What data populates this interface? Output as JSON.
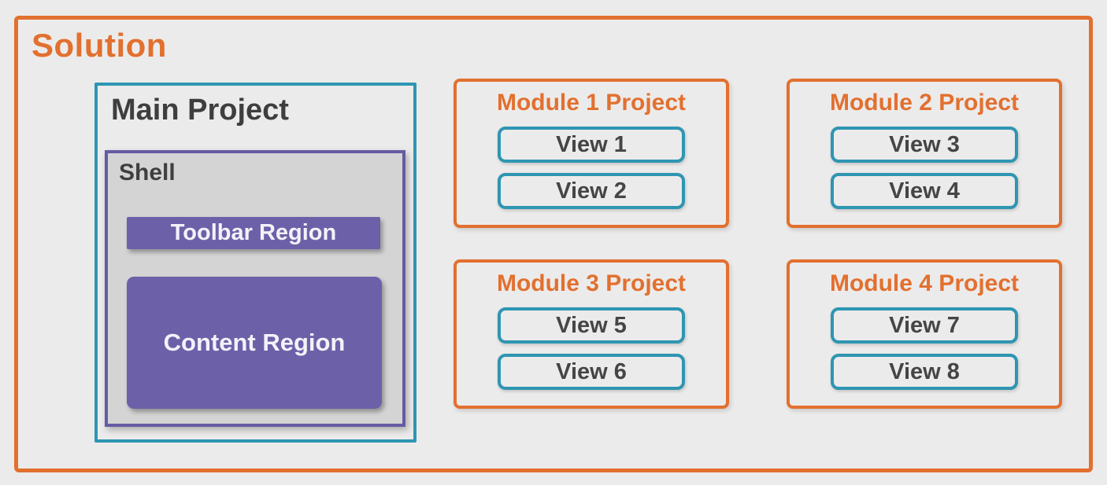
{
  "solution": {
    "title": "Solution"
  },
  "main_project": {
    "title": "Main Project",
    "shell": {
      "title": "Shell",
      "toolbar_region_label": "Toolbar Region",
      "content_region_label": "Content Region"
    }
  },
  "modules": [
    {
      "title": "Module 1 Project",
      "views": [
        "View 1",
        "View 2"
      ]
    },
    {
      "title": "Module 2 Project",
      "views": [
        "View 3",
        "View 4"
      ]
    },
    {
      "title": "Module 3 Project",
      "views": [
        "View 5",
        "View 6"
      ]
    },
    {
      "title": "Module 4 Project",
      "views": [
        "View 7",
        "View 8"
      ]
    }
  ],
  "colors": {
    "orange": "#E2702F",
    "teal": "#2E96B2",
    "purple_fill": "#6C61A9",
    "purple_border": "#665BA3",
    "shell_background": "#D4D4D4",
    "page_background": "#ECEBEB",
    "dark_text": "#3F3F3F",
    "light_text": "#F3F2F8"
  }
}
